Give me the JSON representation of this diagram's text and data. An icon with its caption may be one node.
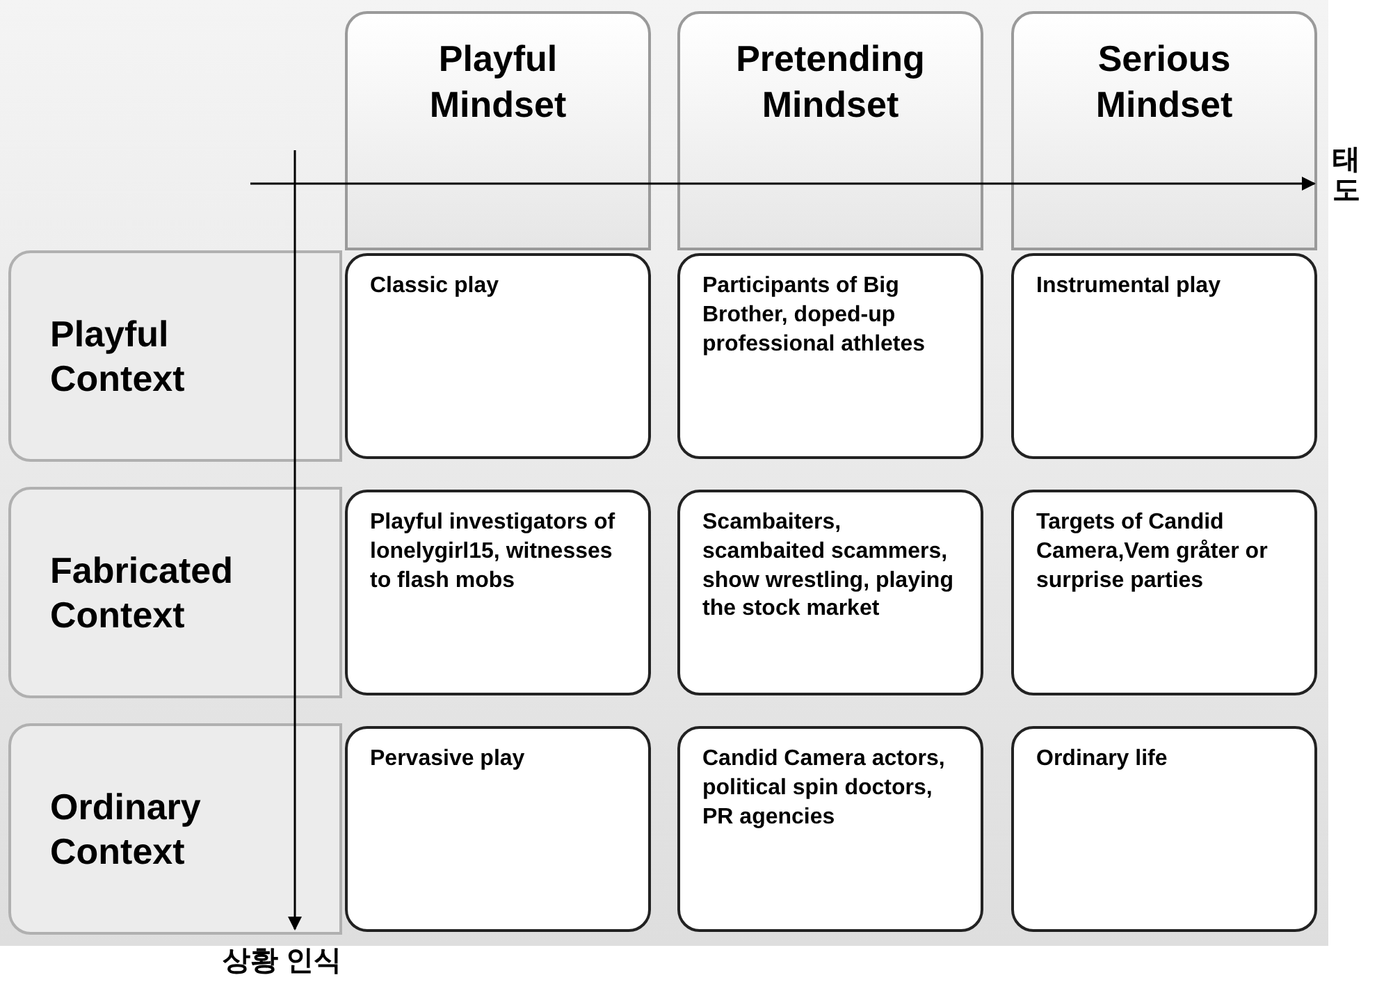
{
  "diagram": {
    "nodes": [
      {
        "text": [
          "Playful Mindset"
        ]
      },
      {
        "text": [
          "Pretending Mindset"
        ]
      },
      {
        "text": [
          "Serious Mindset"
        ]
      },
      {
        "text": [
          "Playful Context"
        ]
      },
      {
        "text": [
          "Fabricated Context"
        ]
      },
      {
        "text": [
          "Ordinary Context"
        ]
      },
      {
        "text": [
          "Classic play"
        ]
      },
      {
        "text": [
          "Participants of Big Brother, doped-up professional athletes"
        ]
      },
      {
        "text": [
          "Instrumental play"
        ]
      },
      {
        "text": [
          "Playful investigators of lonelygirl15, witnesses to flash mobs"
        ]
      },
      {
        "text": [
          "Scambaiters, scambaited scammers, show wrestling, playing the stock market"
        ]
      },
      {
        "text": [
          "Targets of Candid Camera,Vem gråter or surprise parties"
        ]
      },
      {
        "text": [
          "Pervasive play"
        ]
      },
      {
        "text": [
          "Candid Camera actors, political spin doctors, PR agencies"
        ]
      },
      {
        "text": [
          "Ordinary life"
        ]
      }
    ],
    "labels": [
      "태도",
      "상황 인식"
    ]
  }
}
